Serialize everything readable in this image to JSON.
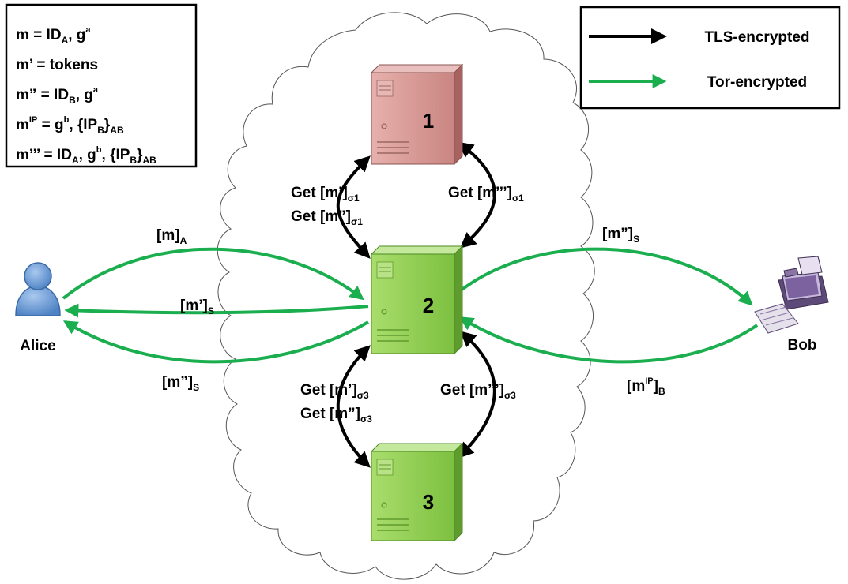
{
  "legend_box": {
    "lines": [
      [
        {
          "t": "m = ID"
        },
        {
          "sub": "A"
        },
        {
          "t": ", g"
        },
        {
          "sup": "a"
        }
      ],
      [
        {
          "t": "m’ = tokens"
        }
      ],
      [
        {
          "t": "m” = ID"
        },
        {
          "sub": "B"
        },
        {
          "t": ", g"
        },
        {
          "sup": "a"
        }
      ],
      [
        {
          "t": "m"
        },
        {
          "sup": "IP"
        },
        {
          "t": " = g"
        },
        {
          "sup": "b"
        },
        {
          "t": ", {IP"
        },
        {
          "sub": "B"
        },
        {
          "t": "}"
        },
        {
          "sub": "AB"
        }
      ],
      [
        {
          "t": "m’’’ = ID"
        },
        {
          "sub": "A"
        },
        {
          "t": ", g"
        },
        {
          "sup": "b"
        },
        {
          "t": ", {IP"
        },
        {
          "sub": "B"
        },
        {
          "t": "}"
        },
        {
          "sub": "AB"
        }
      ]
    ]
  },
  "key": {
    "tls_label": "TLS-encrypted",
    "tor_label": "Tor-encrypted",
    "tls_color": "#000000",
    "tor_color": "#1aae4f"
  },
  "nodes": {
    "server1": "1",
    "server2": "2",
    "server3": "3",
    "alice": "Alice",
    "bob": "Bob"
  },
  "edge_labels": {
    "alice_to_2": [
      {
        "t": "[m]"
      },
      {
        "sub": "A"
      }
    ],
    "2_to_alice_tokens": [
      {
        "t": "[m’]"
      },
      {
        "sub": "S"
      }
    ],
    "2_to_alice_mpp": [
      {
        "t": "[m”]"
      },
      {
        "sub": "S"
      }
    ],
    "2_to_bob": [
      {
        "t": "[m”]"
      },
      {
        "sub": "S"
      }
    ],
    "bob_to_2": [
      {
        "t": "[m"
      },
      {
        "sup": "IP"
      },
      {
        "t": "]"
      },
      {
        "sub": "B"
      }
    ],
    "get_up_1a": [
      {
        "t": "Get [m’]"
      },
      {
        "sub": "σ1"
      }
    ],
    "get_up_1b": [
      {
        "t": "Get [m”]"
      },
      {
        "sub": "σ1"
      }
    ],
    "get_up_1c": [
      {
        "t": "Get [m’’’]"
      },
      {
        "sub": "σ1"
      }
    ],
    "get_dn_3a": [
      {
        "t": "Get [m’]"
      },
      {
        "sub": "σ3"
      }
    ],
    "get_dn_3b": [
      {
        "t": "Get [m”]"
      },
      {
        "sub": "σ3"
      }
    ],
    "get_dn_3c": [
      {
        "t": "Get [m’’’]"
      },
      {
        "sub": "σ3"
      }
    ]
  },
  "colors": {
    "server_red_body": "#d4908c",
    "server_red_side": "#b56c68",
    "server_green_body": "#8fcf52",
    "server_green_side": "#6aa837",
    "alice_blue": "#6b9ed8",
    "bob_purple": "#8a74a6"
  }
}
